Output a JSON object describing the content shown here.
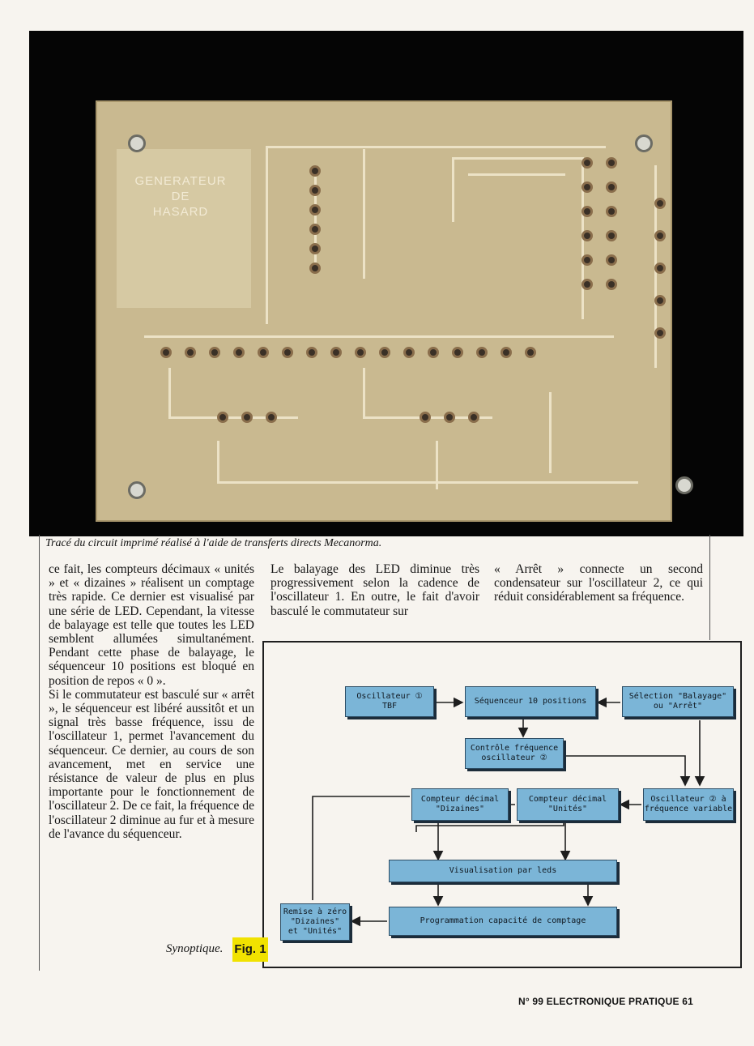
{
  "photo": {
    "pcb_label": [
      "GENERATEUR",
      "DE",
      "HASARD"
    ],
    "caption": "Tracé du circuit imprimé réalisé à l'aide de transferts directs Mecanorma."
  },
  "columns": {
    "col1": [
      "ce fait, les compteurs décimaux « unités » et « dizaines » réalisent un comptage très rapide. Ce dernier est visualisé par une série de LED. Cependant, la vitesse de balayage est telle que toutes les LED semblent allumées simultanément. Pendant cette phase de balayage, le séquenceur 10 positions est bloqué en position de repos « 0 ».",
      "Si le commutateur est basculé sur « arrêt », le séquenceur est libéré aussitôt et un signal très basse fréquence, issu de l'oscillateur 1, permet l'avancement du séquenceur. Ce dernier, au cours de son avancement, met en service une résistance de valeur de plus en plus importante pour le fonctionnement de l'oscillateur 2. De ce fait, la fréquence de l'oscillateur 2 diminue au fur et à mesure de l'avance du séquenceur."
    ],
    "col2": "Le balayage des LED diminue très progressivement selon la cadence de l'oscillateur 1. En outre, le fait d'avoir basculé le commutateur sur",
    "col3": "« Arrêt » connecte un second condensateur sur l'oscillateur 2, ce qui réduit considérablement sa fréquence."
  },
  "diagram": {
    "blocks": {
      "oscillateur_tbf": [
        "Oscillateur ①",
        "TBF"
      ],
      "sequenceur": [
        "Séquenceur 10 positions"
      ],
      "selection": [
        "Sélection \"Balayage\"",
        "ou \"Arrêt\""
      ],
      "controle_frequence": [
        "Contrôle fréquence",
        "oscillateur ②"
      ],
      "compteur_dizaines": [
        "Compteur décimal",
        "\"Dizaines\""
      ],
      "compteur_unites": [
        "Compteur décimal",
        "\"Unités\""
      ],
      "oscillateur_variable": [
        "Oscillateur ② à",
        "fréquence variable"
      ],
      "visualisation": [
        "Visualisation par leds"
      ],
      "remise_zero": [
        "Remise à zéro",
        "\"Dizaines\"",
        "et \"Unités\""
      ],
      "programmation": [
        "Programmation capacité de comptage"
      ]
    },
    "caption": "Synoptique.",
    "figure_label": "Fig. 1"
  },
  "footer": "N° 99 ELECTRONIQUE PRATIQUE 61",
  "colors": {
    "block_fill": "#7bb5d7",
    "figure_label_bg": "#f1e200",
    "photo_bg": "#050505",
    "pcb": "#c9b990"
  }
}
